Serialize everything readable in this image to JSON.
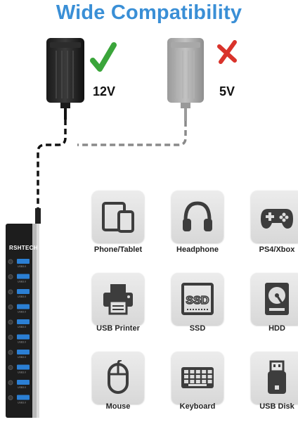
{
  "title": "Wide Compatibility",
  "adapters": {
    "good": {
      "voltage": "12V",
      "status_icon": "check-icon",
      "color": "#3aa53a"
    },
    "bad": {
      "voltage": "5V",
      "status_icon": "cross-icon",
      "color": "#d9332b"
    }
  },
  "hub": {
    "brand": "RSHTECH",
    "port_label": "USB3.0",
    "port_count": 10
  },
  "devices": [
    {
      "label": "Phone/Tablet",
      "icon": "phone-tablet-icon"
    },
    {
      "label": "Headphone",
      "icon": "headphone-icon"
    },
    {
      "label": "PS4/Xbox",
      "icon": "gamepad-icon"
    },
    {
      "label": "USB Printer",
      "icon": "printer-icon"
    },
    {
      "label": "SSD",
      "icon": "ssd-icon"
    },
    {
      "label": "HDD",
      "icon": "hdd-icon"
    },
    {
      "label": "Mouse",
      "icon": "mouse-icon"
    },
    {
      "label": "Keyboard",
      "icon": "keyboard-icon"
    },
    {
      "label": "USB Disk",
      "icon": "usb-disk-icon"
    }
  ]
}
